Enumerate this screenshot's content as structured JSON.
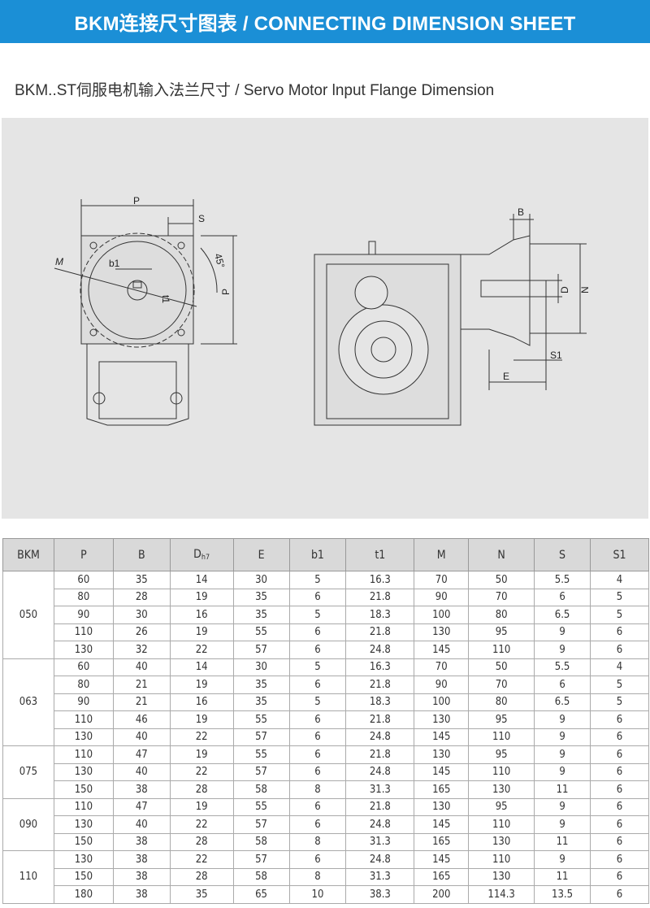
{
  "header": {
    "title": "BKM连接尺寸图表 / CONNECTING DIMENSION SHEET"
  },
  "subtitle": "BKM..ST伺服电机输入法兰尺寸 / Servo Motor lnput Flange Dimension",
  "drawing_labels": {
    "P_top": "P",
    "S": "S",
    "M": "M",
    "b1": "b1",
    "t1": "t1",
    "angle": "45°",
    "P_side": "P",
    "B": "B",
    "D": "D",
    "N": "N",
    "S1": "S1",
    "E": "E"
  },
  "table": {
    "columns": [
      "BKM",
      "P",
      "B",
      "D",
      "E",
      "b1",
      "t1",
      "M",
      "N",
      "S",
      "S1"
    ],
    "d_subscript": "h7",
    "groups": [
      {
        "size": "050",
        "rows": [
          [
            "60",
            "35",
            "14",
            "30",
            "5",
            "16.3",
            "70",
            "50",
            "5.5",
            "4"
          ],
          [
            "80",
            "28",
            "19",
            "35",
            "6",
            "21.8",
            "90",
            "70",
            "6",
            "5"
          ],
          [
            "90",
            "30",
            "16",
            "35",
            "5",
            "18.3",
            "100",
            "80",
            "6.5",
            "5"
          ],
          [
            "110",
            "26",
            "19",
            "55",
            "6",
            "21.8",
            "130",
            "95",
            "9",
            "6"
          ],
          [
            "130",
            "32",
            "22",
            "57",
            "6",
            "24.8",
            "145",
            "110",
            "9",
            "6"
          ]
        ]
      },
      {
        "size": "063",
        "rows": [
          [
            "60",
            "40",
            "14",
            "30",
            "5",
            "16.3",
            "70",
            "50",
            "5.5",
            "4"
          ],
          [
            "80",
            "21",
            "19",
            "35",
            "6",
            "21.8",
            "90",
            "70",
            "6",
            "5"
          ],
          [
            "90",
            "21",
            "16",
            "35",
            "5",
            "18.3",
            "100",
            "80",
            "6.5",
            "5"
          ],
          [
            "110",
            "46",
            "19",
            "55",
            "6",
            "21.8",
            "130",
            "95",
            "9",
            "6"
          ],
          [
            "130",
            "40",
            "22",
            "57",
            "6",
            "24.8",
            "145",
            "110",
            "9",
            "6"
          ]
        ]
      },
      {
        "size": "075",
        "rows": [
          [
            "110",
            "47",
            "19",
            "55",
            "6",
            "21.8",
            "130",
            "95",
            "9",
            "6"
          ],
          [
            "130",
            "40",
            "22",
            "57",
            "6",
            "24.8",
            "145",
            "110",
            "9",
            "6"
          ],
          [
            "150",
            "38",
            "28",
            "58",
            "8",
            "31.3",
            "165",
            "130",
            "11",
            "6"
          ]
        ]
      },
      {
        "size": "090",
        "rows": [
          [
            "110",
            "47",
            "19",
            "55",
            "6",
            "21.8",
            "130",
            "95",
            "9",
            "6"
          ],
          [
            "130",
            "40",
            "22",
            "57",
            "6",
            "24.8",
            "145",
            "110",
            "9",
            "6"
          ],
          [
            "150",
            "38",
            "28",
            "58",
            "8",
            "31.3",
            "165",
            "130",
            "11",
            "6"
          ]
        ]
      },
      {
        "size": "110",
        "rows": [
          [
            "130",
            "38",
            "22",
            "57",
            "6",
            "24.8",
            "145",
            "110",
            "9",
            "6"
          ],
          [
            "150",
            "38",
            "28",
            "58",
            "8",
            "31.3",
            "165",
            "130",
            "11",
            "6"
          ],
          [
            "180",
            "38",
            "35",
            "65",
            "10",
            "38.3",
            "200",
            "114.3",
            "13.5",
            "6"
          ]
        ]
      }
    ]
  }
}
